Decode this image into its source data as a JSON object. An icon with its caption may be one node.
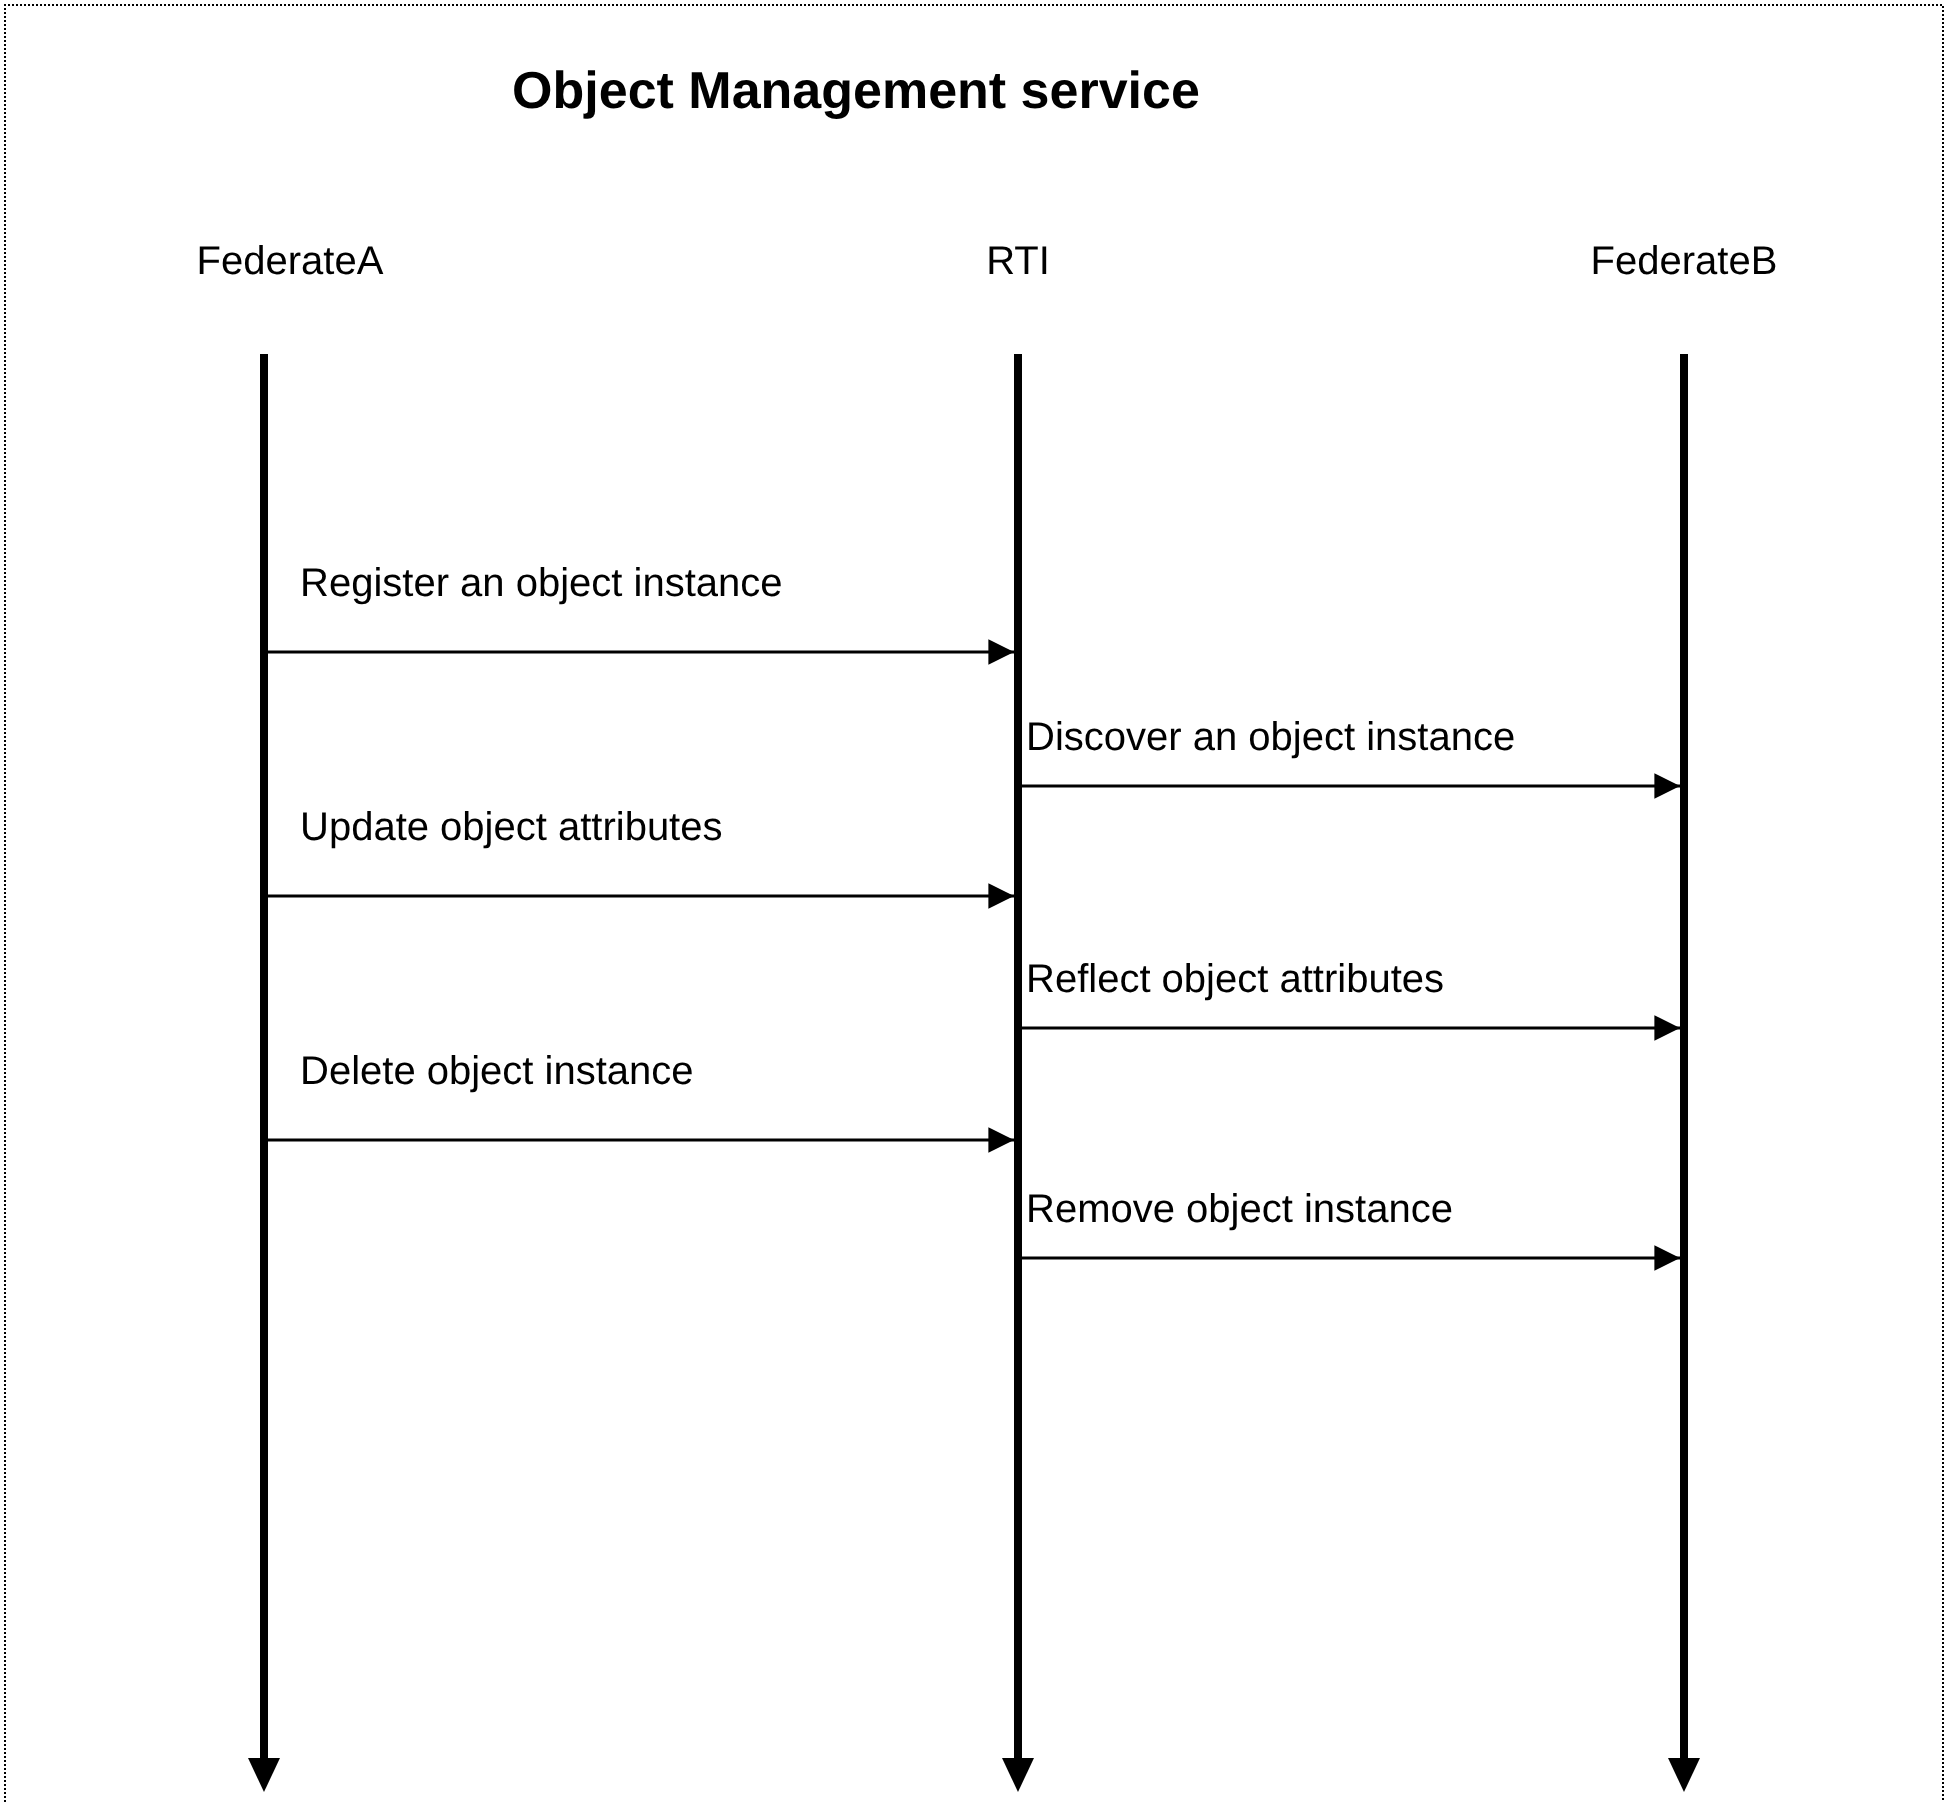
{
  "diagram": {
    "title": "Object Management service",
    "nodes": [
      {
        "text": [],
        "shape": "bar",
        "beside": [
          "FederateA"
        ]
      },
      {
        "text": [],
        "shape": "bar",
        "beside": [
          "RTI"
        ]
      },
      {
        "text": [],
        "shape": "bar",
        "beside": [
          "FederateB"
        ]
      }
    ],
    "edges": [
      {
        "from": 0,
        "to": 1,
        "arrow": "to",
        "label": "Register an object instance"
      },
      {
        "from": 1,
        "to": 2,
        "arrow": "to",
        "label": "Discover an object instance"
      },
      {
        "from": 0,
        "to": 1,
        "arrow": "to",
        "label": "Update object attributes"
      },
      {
        "from": 1,
        "to": 2,
        "arrow": "to",
        "label": "Reflect object attributes"
      },
      {
        "from": 0,
        "to": 1,
        "arrow": "to",
        "label": "Delete object instance"
      },
      {
        "from": 1,
        "to": 2,
        "arrow": "to",
        "label": "Remove object instance"
      }
    ]
  }
}
